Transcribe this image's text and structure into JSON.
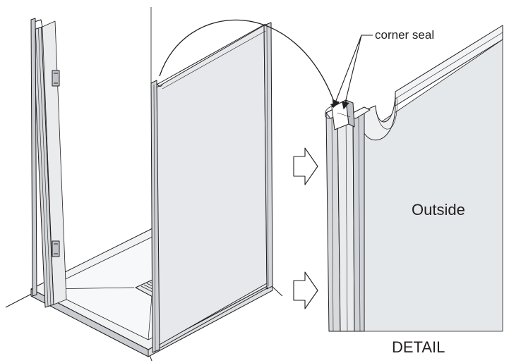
{
  "labels": {
    "corner_seal": "corner seal",
    "outside": "Outside",
    "detail": "DETAIL"
  },
  "colors": {
    "line": "#231f20",
    "glass": "#e3e6e9",
    "glass_light": "#eef0f2",
    "frame": "#d4d7da",
    "tray": "#f1f2f3",
    "tray_shadow": "#c9ccd0"
  }
}
